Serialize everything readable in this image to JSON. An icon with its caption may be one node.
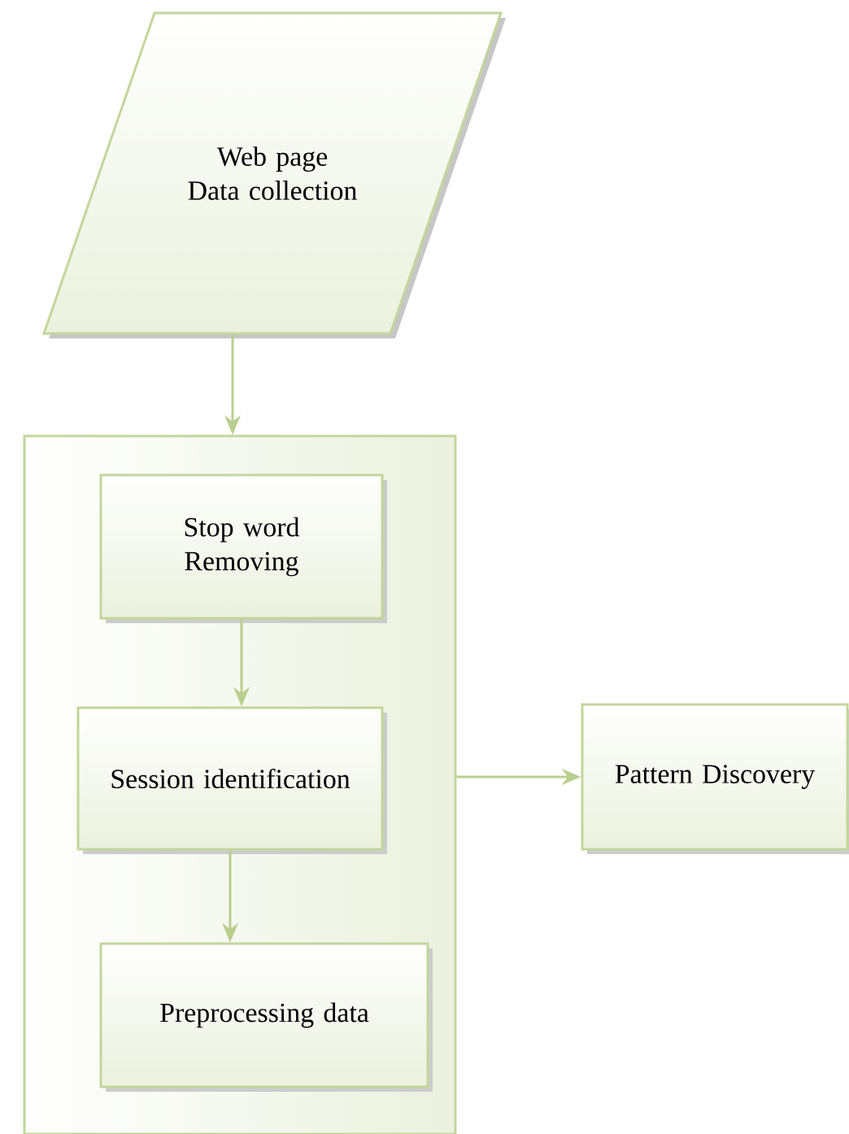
{
  "diagram": {
    "nodes": [
      {
        "text": [
          "Web page Data collection"
        ]
      },
      {
        "text": [],
        "shape": "box"
      },
      {
        "text": [
          "Stop word Removing"
        ],
        "in": 1
      },
      {
        "text": [
          "Session identification"
        ],
        "in": 1
      },
      {
        "text": [
          "Preprocessing data"
        ],
        "in": 1
      },
      {
        "text": [
          "Pattern Discovery"
        ]
      }
    ],
    "edges": [
      {
        "from": 0,
        "to": 1,
        "arrow": "to"
      },
      {
        "from": 2,
        "to": 3,
        "arrow": "to"
      },
      {
        "from": 3,
        "to": 4,
        "arrow": "to"
      },
      {
        "from": 1,
        "to": 5,
        "arrow": "to"
      }
    ]
  }
}
